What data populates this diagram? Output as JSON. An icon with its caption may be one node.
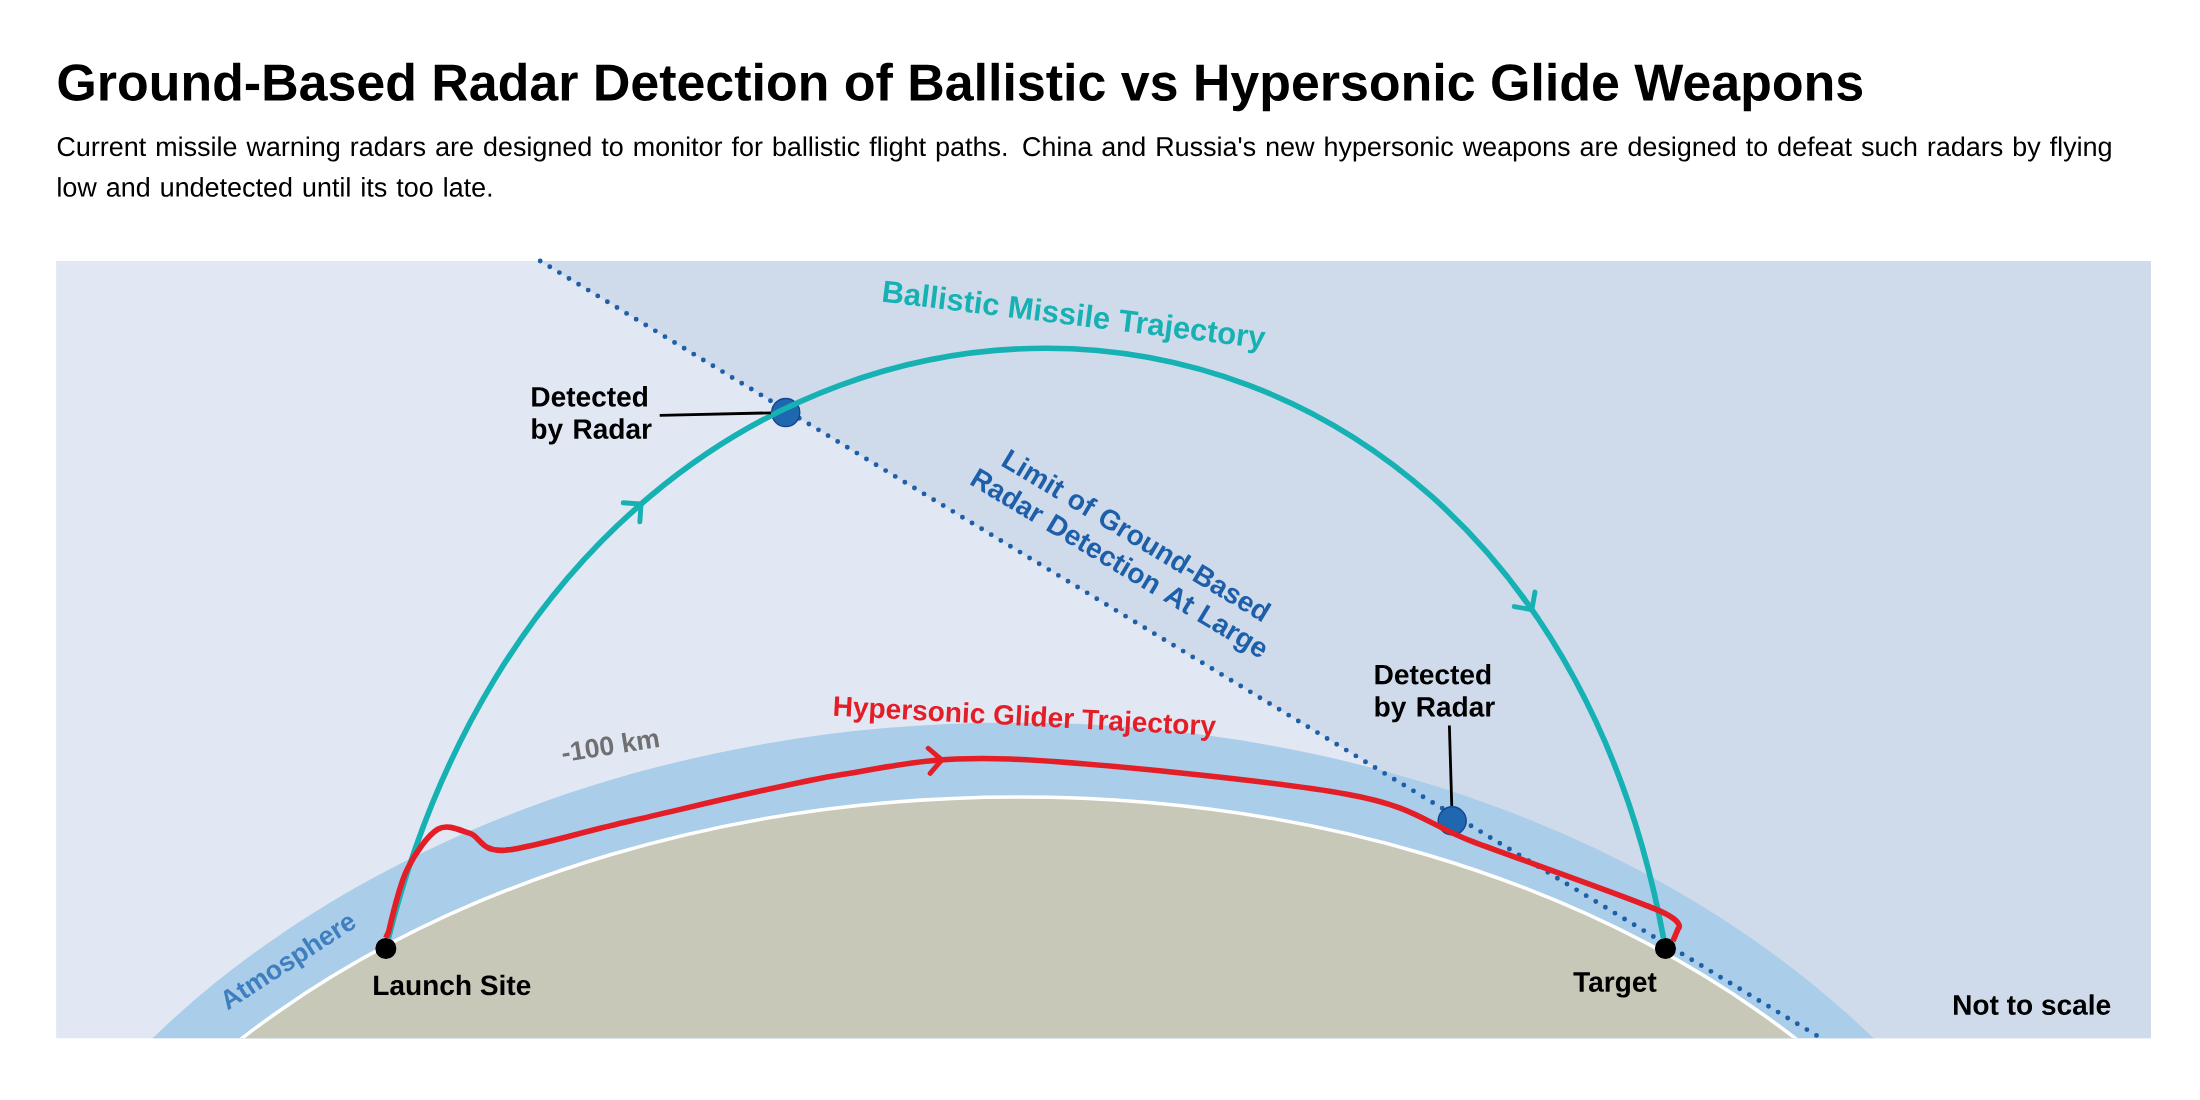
{
  "diagram": {
    "title": "Ground-Based Radar Detection of Ballistic vs Hypersonic Glide Weapons",
    "caption": "Current missile warning radars are designed to monitor for ballistic flight paths. China and Russia's new hypersonic weapons are designed to defeat such radars by flying low and undetected until its too late.",
    "nodes": [
      {
        "text": [],
        "shape": "circle",
        "beside": [
          "Launch Site"
        ]
      },
      {
        "text": [],
        "shape": "circle",
        "beside": [
          "Target"
        ]
      },
      {
        "text": [
          "Detected by Radar"
        ]
      },
      {
        "text": [],
        "shape": "circle"
      },
      {
        "text": [
          "Detected by Radar"
        ]
      },
      {
        "text": [],
        "shape": "circle"
      }
    ],
    "edges": [
      {
        "from": 0,
        "to": 1,
        "arrow": "to",
        "label": "Ballistic Missile Trajectory",
        "color": "#16b1b3"
      },
      {
        "from": 0,
        "to": 1,
        "arrow": "to",
        "label": "Hypersonic Glider Trajectory",
        "color": "#e31e26"
      },
      {
        "from": 2,
        "to": 3,
        "arrow": "none"
      },
      {
        "from": 4,
        "to": 5,
        "arrow": "none"
      }
    ],
    "labels": [
      "Limit of Ground-Based Radar Detection At Large",
      "-100 km",
      "Atmosphere",
      "Not to scale"
    ]
  }
}
